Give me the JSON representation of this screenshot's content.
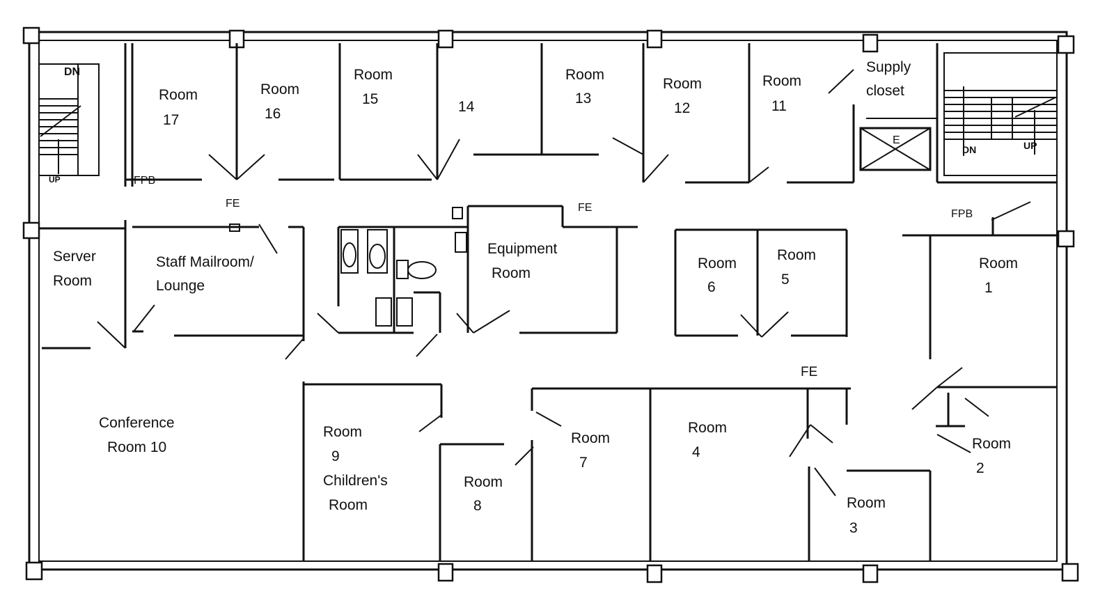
{
  "rooms": {
    "room17": [
      "Room",
      "17"
    ],
    "room16": [
      "Room",
      "16"
    ],
    "room15": [
      "Room",
      "15"
    ],
    "room14": "14",
    "room13": [
      "Room",
      "13"
    ],
    "room12": [
      "Room",
      "12"
    ],
    "room11": [
      "Room",
      "11"
    ],
    "supply": [
      "Supply",
      "closet"
    ],
    "server": [
      "Server",
      "Room"
    ],
    "mailroom": [
      "Staff Mailroom/",
      "Lounge"
    ],
    "equipment": [
      "Equipment",
      "Room"
    ],
    "room6": [
      "Room",
      "6"
    ],
    "room5": [
      "Room",
      "5"
    ],
    "room1": [
      "Room",
      "1"
    ],
    "conference": [
      "Conference",
      "Room  10"
    ],
    "room9": [
      "Room",
      "9",
      "Children's",
      "Room"
    ],
    "room8": [
      "Room",
      "8"
    ],
    "room7": [
      "Room",
      "7"
    ],
    "room4": [
      "Room",
      "4"
    ],
    "room3": [
      "Room",
      "3"
    ],
    "room2": [
      "Room",
      "2"
    ]
  },
  "symbols": {
    "fe": "FE",
    "fpb": "FPB",
    "dn": "DN",
    "up": "UP",
    "elevator": "E"
  }
}
